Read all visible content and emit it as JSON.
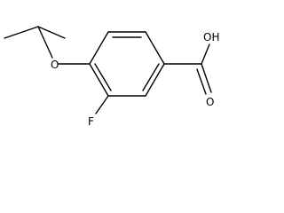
{
  "atoms": {
    "oxygen_ether": "O",
    "hydroxyl": "OH",
    "oxygen_carbonyl": "O",
    "fluorine": "F"
  },
  "colors": {
    "background": "#ffffff",
    "bond": "#000000",
    "text": "#000000"
  }
}
